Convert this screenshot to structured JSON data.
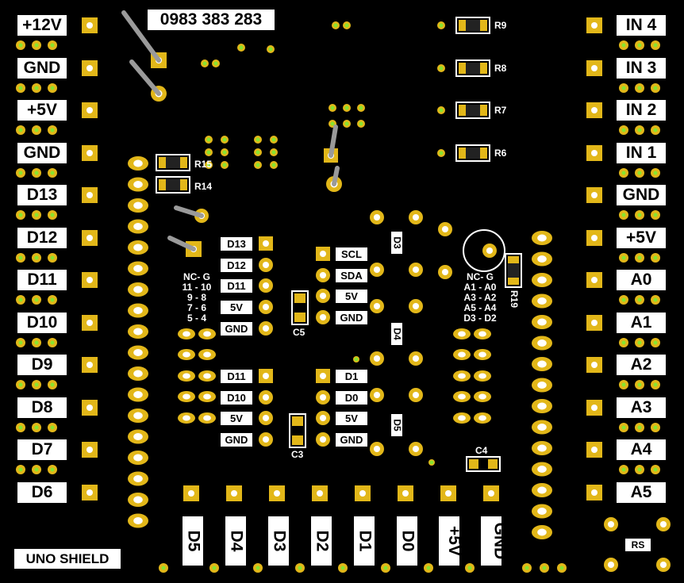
{
  "board": {
    "phone": "0983 383 283",
    "shield_name": "UNO SHIELD",
    "left_labels": [
      "+12V",
      "GND",
      "+5V",
      "GND",
      "D13",
      "D12",
      "D11",
      "D10",
      "D9",
      "D8",
      "D7",
      "D6"
    ],
    "right_labels": [
      "IN 4",
      "IN 3",
      "IN 2",
      "IN 1",
      "GND",
      "+5V",
      "A0",
      "A1",
      "A2",
      "A3",
      "A4",
      "A5"
    ],
    "bottom_labels": [
      "D5",
      "D4",
      "D3",
      "D2",
      "D1",
      "D0",
      "+5V",
      "GND"
    ],
    "resistors": [
      "R9",
      "R8",
      "R7",
      "R6",
      "R15",
      "R14",
      "R19"
    ],
    "block1": [
      "D13",
      "D12",
      "D11",
      "5V",
      "GND"
    ],
    "block2": [
      "D11",
      "D10",
      "5V",
      "GND"
    ],
    "block3": [
      "SCL",
      "SDA",
      "5V",
      "GND"
    ],
    "block4": [
      "D1",
      "D0",
      "5V",
      "GND"
    ],
    "capacitors": [
      "C5",
      "C3",
      "C4"
    ],
    "diodes": [
      "D3",
      "D4",
      "D5"
    ],
    "map_left": [
      "NC- G",
      "11 - 10",
      "9  - 8",
      "7  - 6",
      "5  - 4"
    ],
    "map_right": [
      "NC- G",
      "A1 - A0",
      "A3 - A2",
      "A5 - A4",
      "D3 - D2"
    ],
    "reset_label": "RS",
    "colors": {
      "pad_gold": "#e2b719",
      "pad_green": "#88e42f",
      "silk": "#ffffff",
      "background": "#000000"
    }
  }
}
